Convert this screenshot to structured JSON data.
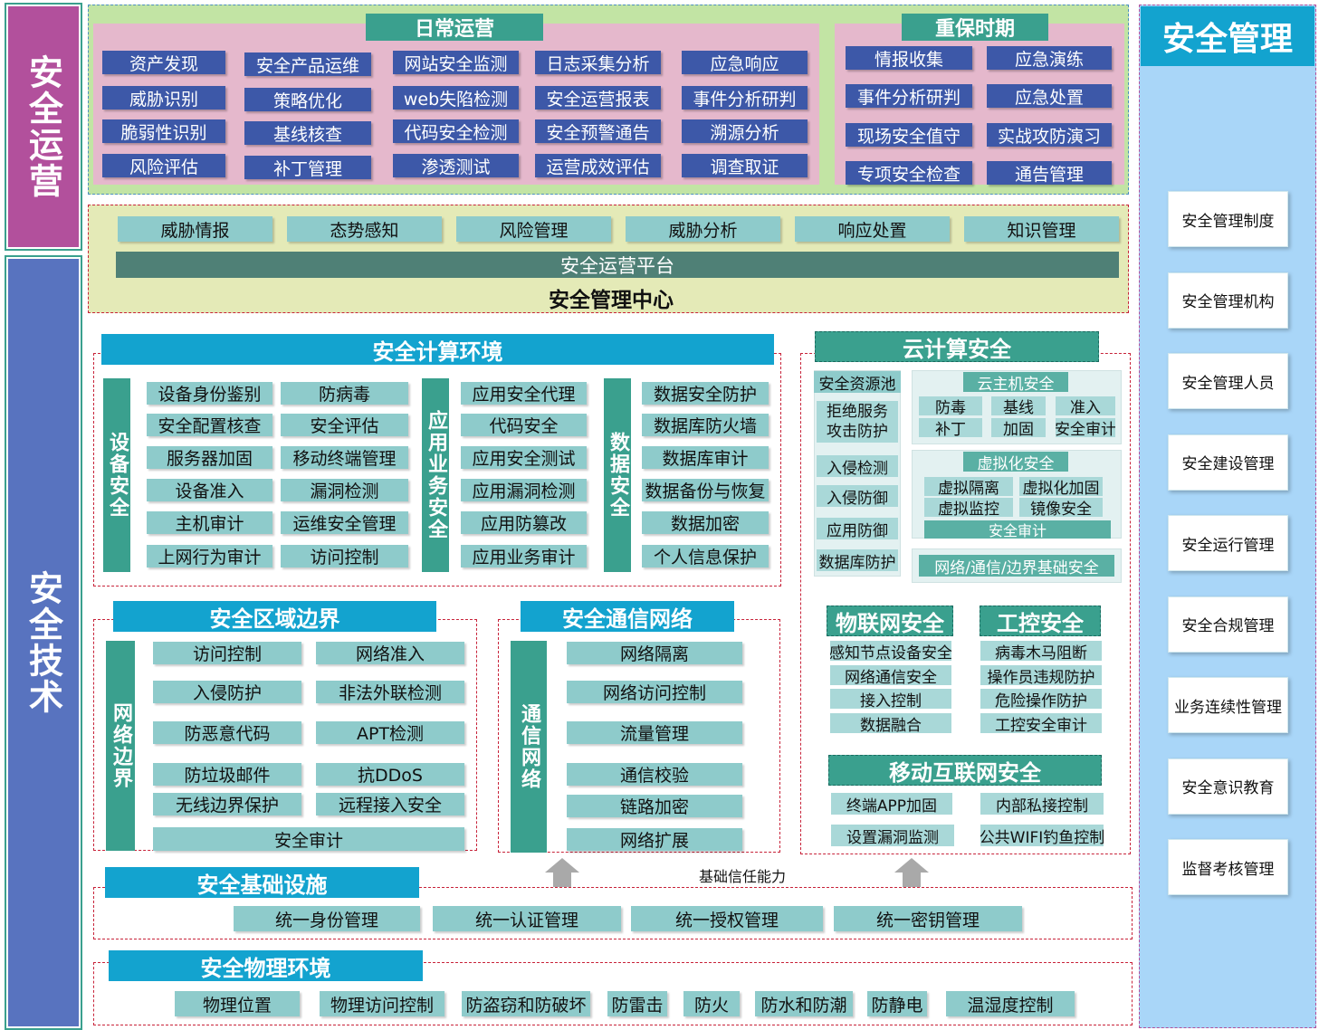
{
  "side": {
    "ops": "安全运营",
    "tech": "安全技术"
  },
  "ops": {
    "daily_title": "日常运营",
    "daily": [
      [
        "资产发现",
        "威胁识别",
        "脆弱性识别",
        "风险评估"
      ],
      [
        "安全产品运维",
        "策略优化",
        "基线核查",
        "补丁管理"
      ],
      [
        "网站安全监测",
        "web失陷检测",
        "代码安全检测",
        "渗透测试"
      ],
      [
        "日志采集分析",
        "安全运营报表",
        "安全预警通告",
        "运营成效评估"
      ],
      [
        "应急响应",
        "事件分析研判",
        "溯源分析",
        "调查取证"
      ]
    ],
    "key_title": "重保时期",
    "key": [
      [
        "情报收集",
        "事件分析研判",
        "现场安全值守",
        "专项安全检查"
      ],
      [
        "应急演练",
        "应急处置",
        "实战攻防演习",
        "通告管理"
      ]
    ]
  },
  "center": {
    "items": [
      "威胁情报",
      "态势感知",
      "风险管理",
      "威胁分析",
      "响应处置",
      "知识管理"
    ],
    "platform": "安全运营平台",
    "title": "安全管理中心"
  },
  "compute": {
    "title": "安全计算环境",
    "device_label": "设备安全",
    "device": [
      [
        "设备身份鉴别",
        "防病毒"
      ],
      [
        "安全配置核查",
        "安全评估"
      ],
      [
        "服务器加固",
        "移动终端管理"
      ],
      [
        "设备准入",
        "漏洞检测"
      ],
      [
        "主机审计",
        "运维安全管理"
      ],
      [
        "上网行为审计",
        "访问控制"
      ]
    ],
    "app_label": "应用业务安全",
    "app": [
      "应用安全代理",
      "代码安全",
      "应用安全测试",
      "应用漏洞检测",
      "应用防篡改",
      "应用业务审计"
    ],
    "data_label": "数据安全",
    "data": [
      "数据安全防护",
      "数据库防火墙",
      "数据库审计",
      "数据备份与恢复",
      "数据加密",
      "个人信息保护"
    ]
  },
  "cloud": {
    "title": "云计算安全",
    "pool_title": "安全资源池",
    "pool": [
      "拒绝服务攻击防护",
      "入侵检测",
      "入侵防御",
      "应用防御",
      "数据库防护"
    ],
    "host_title": "云主机安全",
    "host": [
      "防毒",
      "基线",
      "准入",
      "补丁",
      "加固",
      "安全审计"
    ],
    "virt_title": "虚拟化安全",
    "virt": [
      "虚拟隔离",
      "虚拟化加固",
      "虚拟监控",
      "镜像安全"
    ],
    "virt_audit": "安全审计",
    "net": "网络/通信/边界基础安全"
  },
  "iot": {
    "title": "物联网安全",
    "items": [
      "感知节点设备安全",
      "网络通信安全",
      "接入控制",
      "数据融合"
    ]
  },
  "ics": {
    "title": "工控安全",
    "items": [
      "病毒木马阻断",
      "操作员违规防护",
      "危险操作防护",
      "工控安全审计"
    ]
  },
  "mobile": {
    "title": "移动互联网安全",
    "items": [
      "终端APP加固",
      "内部私接控制",
      "设置漏洞监测",
      "公共WIFI钓鱼控制"
    ]
  },
  "boundary": {
    "title": "安全区域边界",
    "label": "网络边界",
    "items": [
      [
        "访问控制",
        "网络准入"
      ],
      [
        "入侵防护",
        "非法外联检测"
      ],
      [
        "防恶意代码",
        "APT检测"
      ],
      [
        "防垃圾邮件",
        "抗DDoS"
      ],
      [
        "无线边界保护",
        "远程接入安全"
      ]
    ],
    "audit": "安全审计"
  },
  "comm": {
    "title": "安全通信网络",
    "label": "通信网络",
    "items": [
      "网络隔离",
      "网络访问控制",
      "流量管理",
      "通信校验",
      "链路加密",
      "网络扩展"
    ]
  },
  "infra": {
    "title": "安全基础设施",
    "note": "基础信任能力",
    "items": [
      "统一身份管理",
      "统一认证管理",
      "统一授权管理",
      "统一密钥管理"
    ]
  },
  "phys": {
    "title": "安全物理环境",
    "items": [
      "物理位置",
      "物理访问控制",
      "防盗窃和防破坏",
      "防雷击",
      "防火",
      "防水和防潮",
      "防静电",
      "温湿度控制"
    ]
  },
  "mgmt": {
    "title": "安全管理",
    "items": [
      "安全管理制度",
      "安全管理机构",
      "安全管理人员",
      "安全建设管理",
      "安全运行管理",
      "安全合规管理",
      "业务连续性管理",
      "安全意识教育",
      "监督考核管理"
    ]
  },
  "colors": {
    "navy": "#3d58a8",
    "magenta": "#b2509c",
    "sidebar_blue": "#5873bf",
    "teal": "#8ecbcb",
    "dark_teal": "#3aa08e",
    "header_blue": "#13a3cf",
    "platform": "#4f8076",
    "pink": "#e5b8cc",
    "green_bg": "#c2e4a4",
    "mgmt_bg": "#a9d6f8"
  }
}
